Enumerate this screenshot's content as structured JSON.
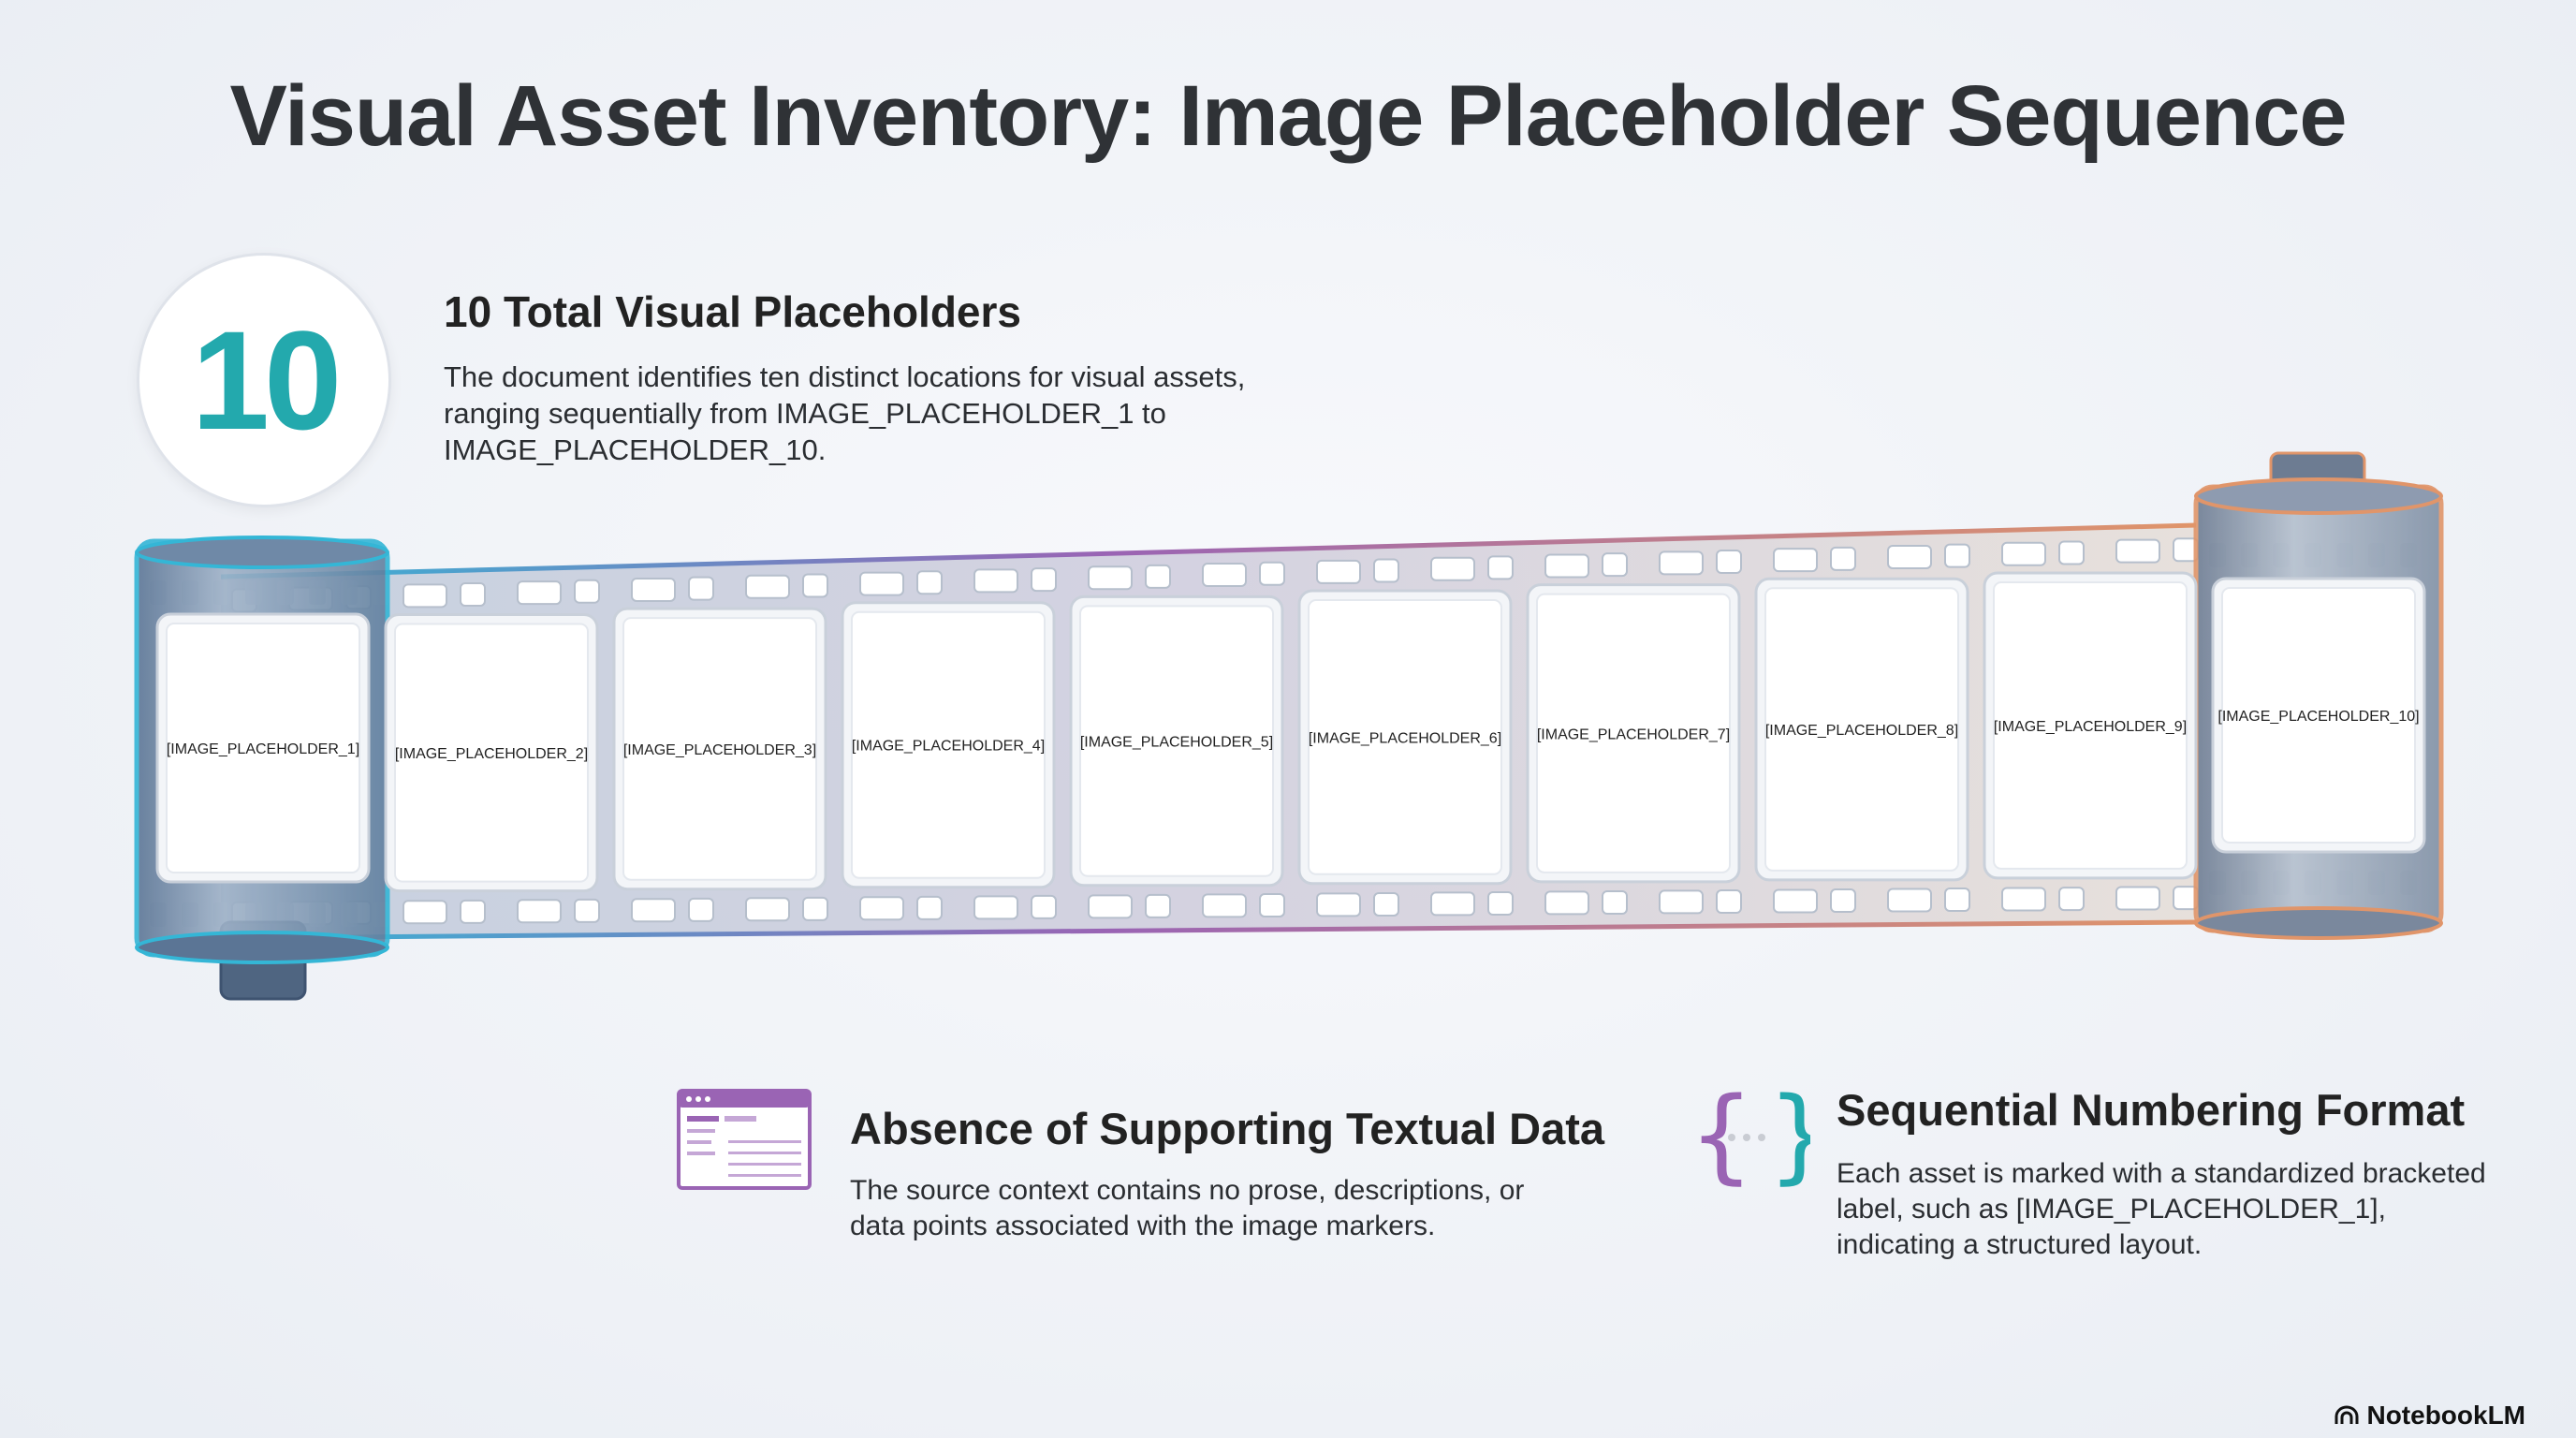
{
  "title": "Visual Asset Inventory: Image Placeholder Sequence",
  "summary": {
    "count": "10",
    "heading": "10 Total Visual Placeholders",
    "description": "The document identifies ten distinct locations for visual assets, ranging sequentially from IMAGE_PLACEHOLDER_1 to IMAGE_PLACEHOLDER_10."
  },
  "frames": [
    "[IMAGE_PLACEHOLDER_1]",
    "[IMAGE_PLACEHOLDER_2]",
    "[IMAGE_PLACEHOLDER_3]",
    "[IMAGE_PLACEHOLDER_4]",
    "[IMAGE_PLACEHOLDER_5]",
    "[IMAGE_PLACEHOLDER_6]",
    "[IMAGE_PLACEHOLDER_7]",
    "[IMAGE_PLACEHOLDER_8]",
    "[IMAGE_PLACEHOLDER_9]",
    "[IMAGE_PLACEHOLDER_10]"
  ],
  "points": [
    {
      "icon": "document-window-icon",
      "heading": "Absence of Supporting Textual Data",
      "description": "The source context contains no prose, descriptions, or data points associated with the image markers."
    },
    {
      "icon": "curly-braces-icon",
      "heading": "Sequential Numbering Format",
      "description": "Each asset is marked with a standardized bracketed label, such as [IMAGE_PLACEHOLDER_1], indicating a structured layout."
    }
  ],
  "brand": "NotebookLM",
  "colors": {
    "teal": "#23a9ad",
    "purple": "#9a64b4",
    "orange": "#e0956a",
    "slate": "#4f6581"
  }
}
